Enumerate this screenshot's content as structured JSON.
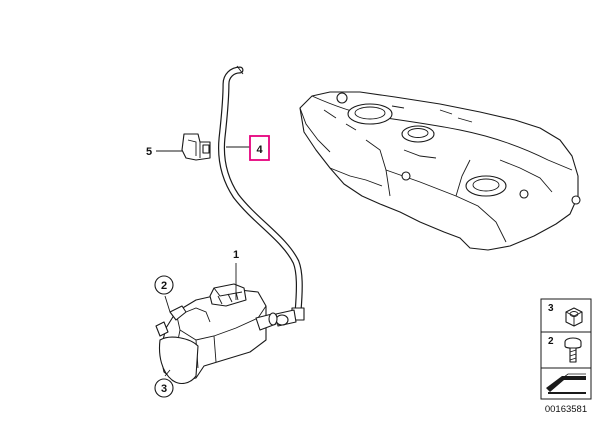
{
  "callouts": {
    "1": "1",
    "2": "2",
    "3": "3",
    "4": "4",
    "5": "5"
  },
  "legend": {
    "items": [
      "3",
      "2"
    ]
  },
  "image_id": "00163581",
  "colors": {
    "highlight": "#e6007e",
    "line": "#1a1a1a"
  }
}
